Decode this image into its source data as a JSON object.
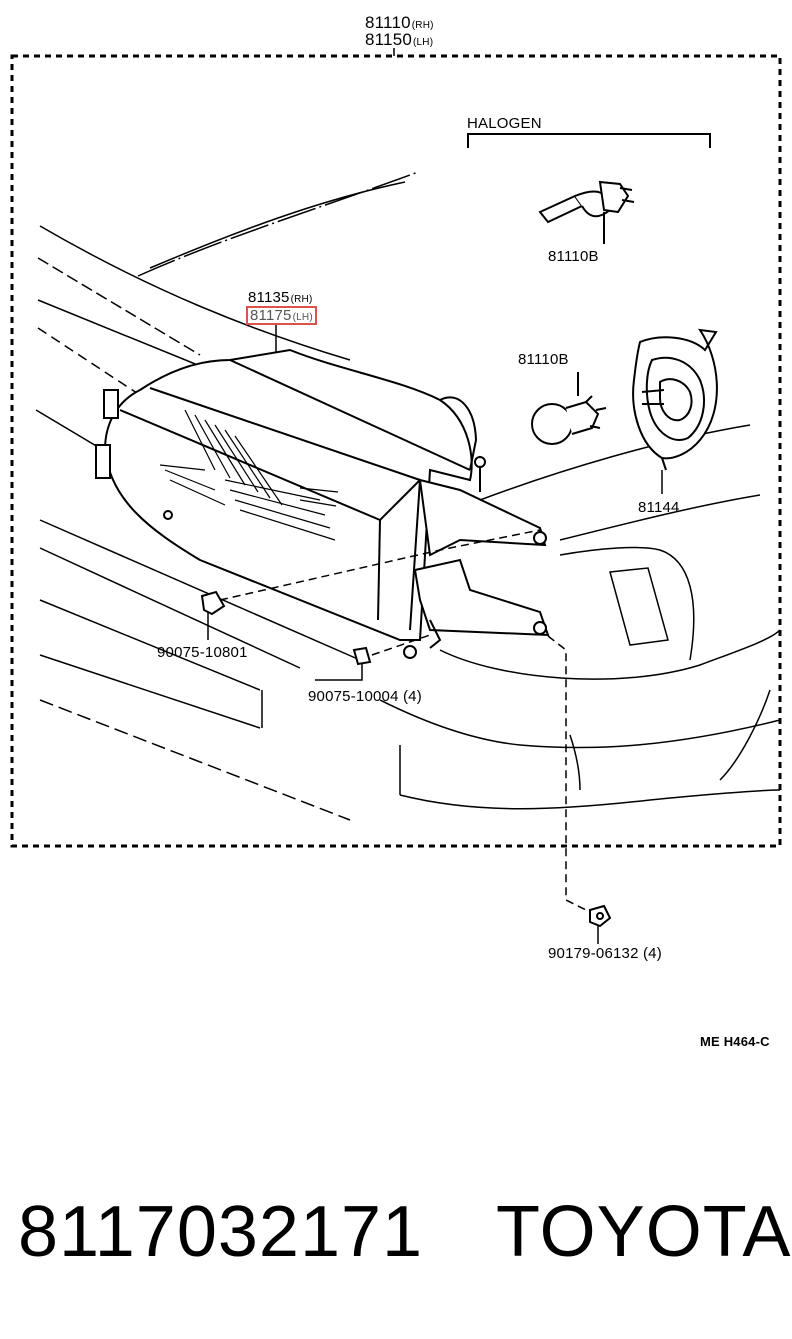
{
  "parts": {
    "headlamp_assy_rh": "81110",
    "headlamp_assy_rh_side": "(RH)",
    "headlamp_assy_lh": "81150",
    "headlamp_assy_lh_side": "(LH)",
    "halogen_label": "HALOGEN",
    "bulb_halogen": "81110B",
    "bulb_standard": "81110B",
    "unit_rh": "81135",
    "unit_rh_side": "(RH)",
    "unit_lh": "81175",
    "unit_lh_side": "(LH)",
    "socket_cover": "81144",
    "screw_1": "90075-10801",
    "screw_2": "90075-10004 (4)",
    "nut": "90179-06132 (4)",
    "diagram_code": "ME H464-C"
  },
  "footer": {
    "part_number": "8117032171",
    "brand": "TOYOTA"
  },
  "colors": {
    "line": "#000000",
    "highlight": "#d9534f"
  }
}
